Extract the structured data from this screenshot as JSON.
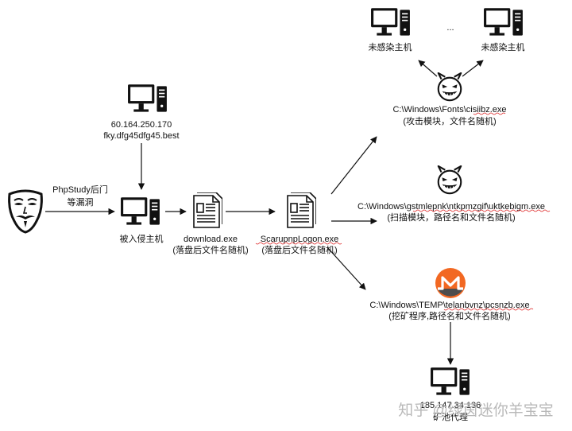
{
  "diagram": {
    "nodes": {
      "attacker": {
        "icon": "anonymous-mask-icon"
      },
      "c2_server": {
        "icon": "computer-icon",
        "ip": "60.164.250.170",
        "domain": "fky.dfg45dfg45.best"
      },
      "victim": {
        "icon": "computer-icon",
        "label": "被入侵主机"
      },
      "download": {
        "icon": "document-icon",
        "name": "download.exe",
        "note": "(落盘后文件名随机)"
      },
      "scarup": {
        "icon": "document-icon",
        "name": "ScarupnpLogon.exe",
        "note": "(落盘后文件名随机)"
      },
      "attack_module": {
        "icon": "devil-face-icon",
        "path": "C:\\Windows\\Fonts\\cisiibz.exe",
        "note": "(攻击模块，文件名随机)"
      },
      "scan_module": {
        "icon": "devil-face-icon",
        "path": "C:\\Windows\\gstmlepnk\\ntkpmzgif\\ukt­kebigm.exe",
        "note": "(扫描模块，路径名和文件名随机)"
      },
      "miner": {
        "icon": "monero-logo-icon",
        "path": "C:\\Windows\\TEMP\\telanbvnz\\pcsnzb.exe",
        "note": "(挖矿程序,路径名和文件名随机)"
      },
      "uninfected_1": {
        "icon": "computer-icon",
        "label": "未感染主机"
      },
      "ellipsis": "...",
      "uninfected_2": {
        "icon": "computer-icon",
        "label": "未感染主机"
      },
      "pool_proxy": {
        "icon": "computer-icon",
        "ip": "185.147.34.136",
        "label": "矿池代理"
      }
    },
    "edges": {
      "attack": {
        "label_line1": "PhpStudy后门",
        "label_line2": "等漏洞"
      }
    }
  },
  "watermark": "知乎 @绿茵迷你羊宝宝"
}
